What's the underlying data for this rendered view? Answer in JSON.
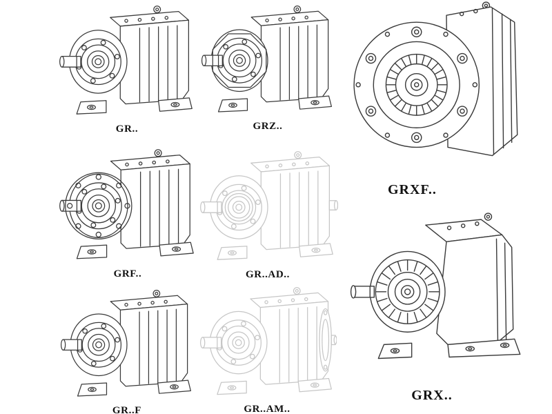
{
  "colors": {
    "background": "#ffffff",
    "line_dark": "#3a3a3a",
    "line_light": "#c6c6c6",
    "label_color": "#111111"
  },
  "models": [
    {
      "id": "gr",
      "label": "GR.."
    },
    {
      "id": "grz",
      "label": "GRZ.."
    },
    {
      "id": "grxf",
      "label": "GRXF.."
    },
    {
      "id": "grf",
      "label": "GRF.."
    },
    {
      "id": "grad",
      "label": "GR..AD.."
    },
    {
      "id": "grx",
      "label": "GRX.."
    },
    {
      "id": "grf2",
      "label": "GR..F"
    },
    {
      "id": "gram",
      "label": "GR..AM.."
    }
  ]
}
